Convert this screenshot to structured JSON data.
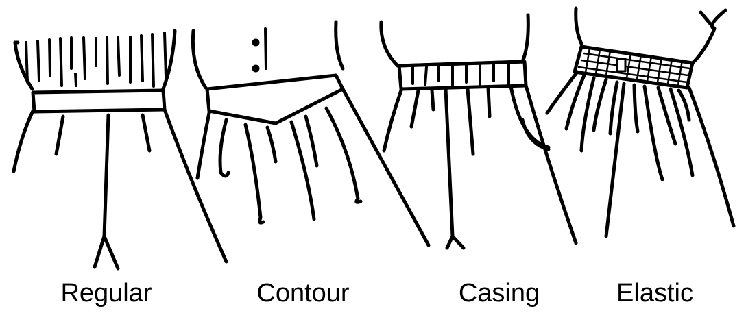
{
  "figure": {
    "line_color": "#000000",
    "background": "#ffffff",
    "items": [
      {
        "id": "regular",
        "label": "Regular"
      },
      {
        "id": "contour",
        "label": "Contour"
      },
      {
        "id": "casing",
        "label": "Casing"
      },
      {
        "id": "elastic",
        "label": "Elastic"
      }
    ]
  }
}
